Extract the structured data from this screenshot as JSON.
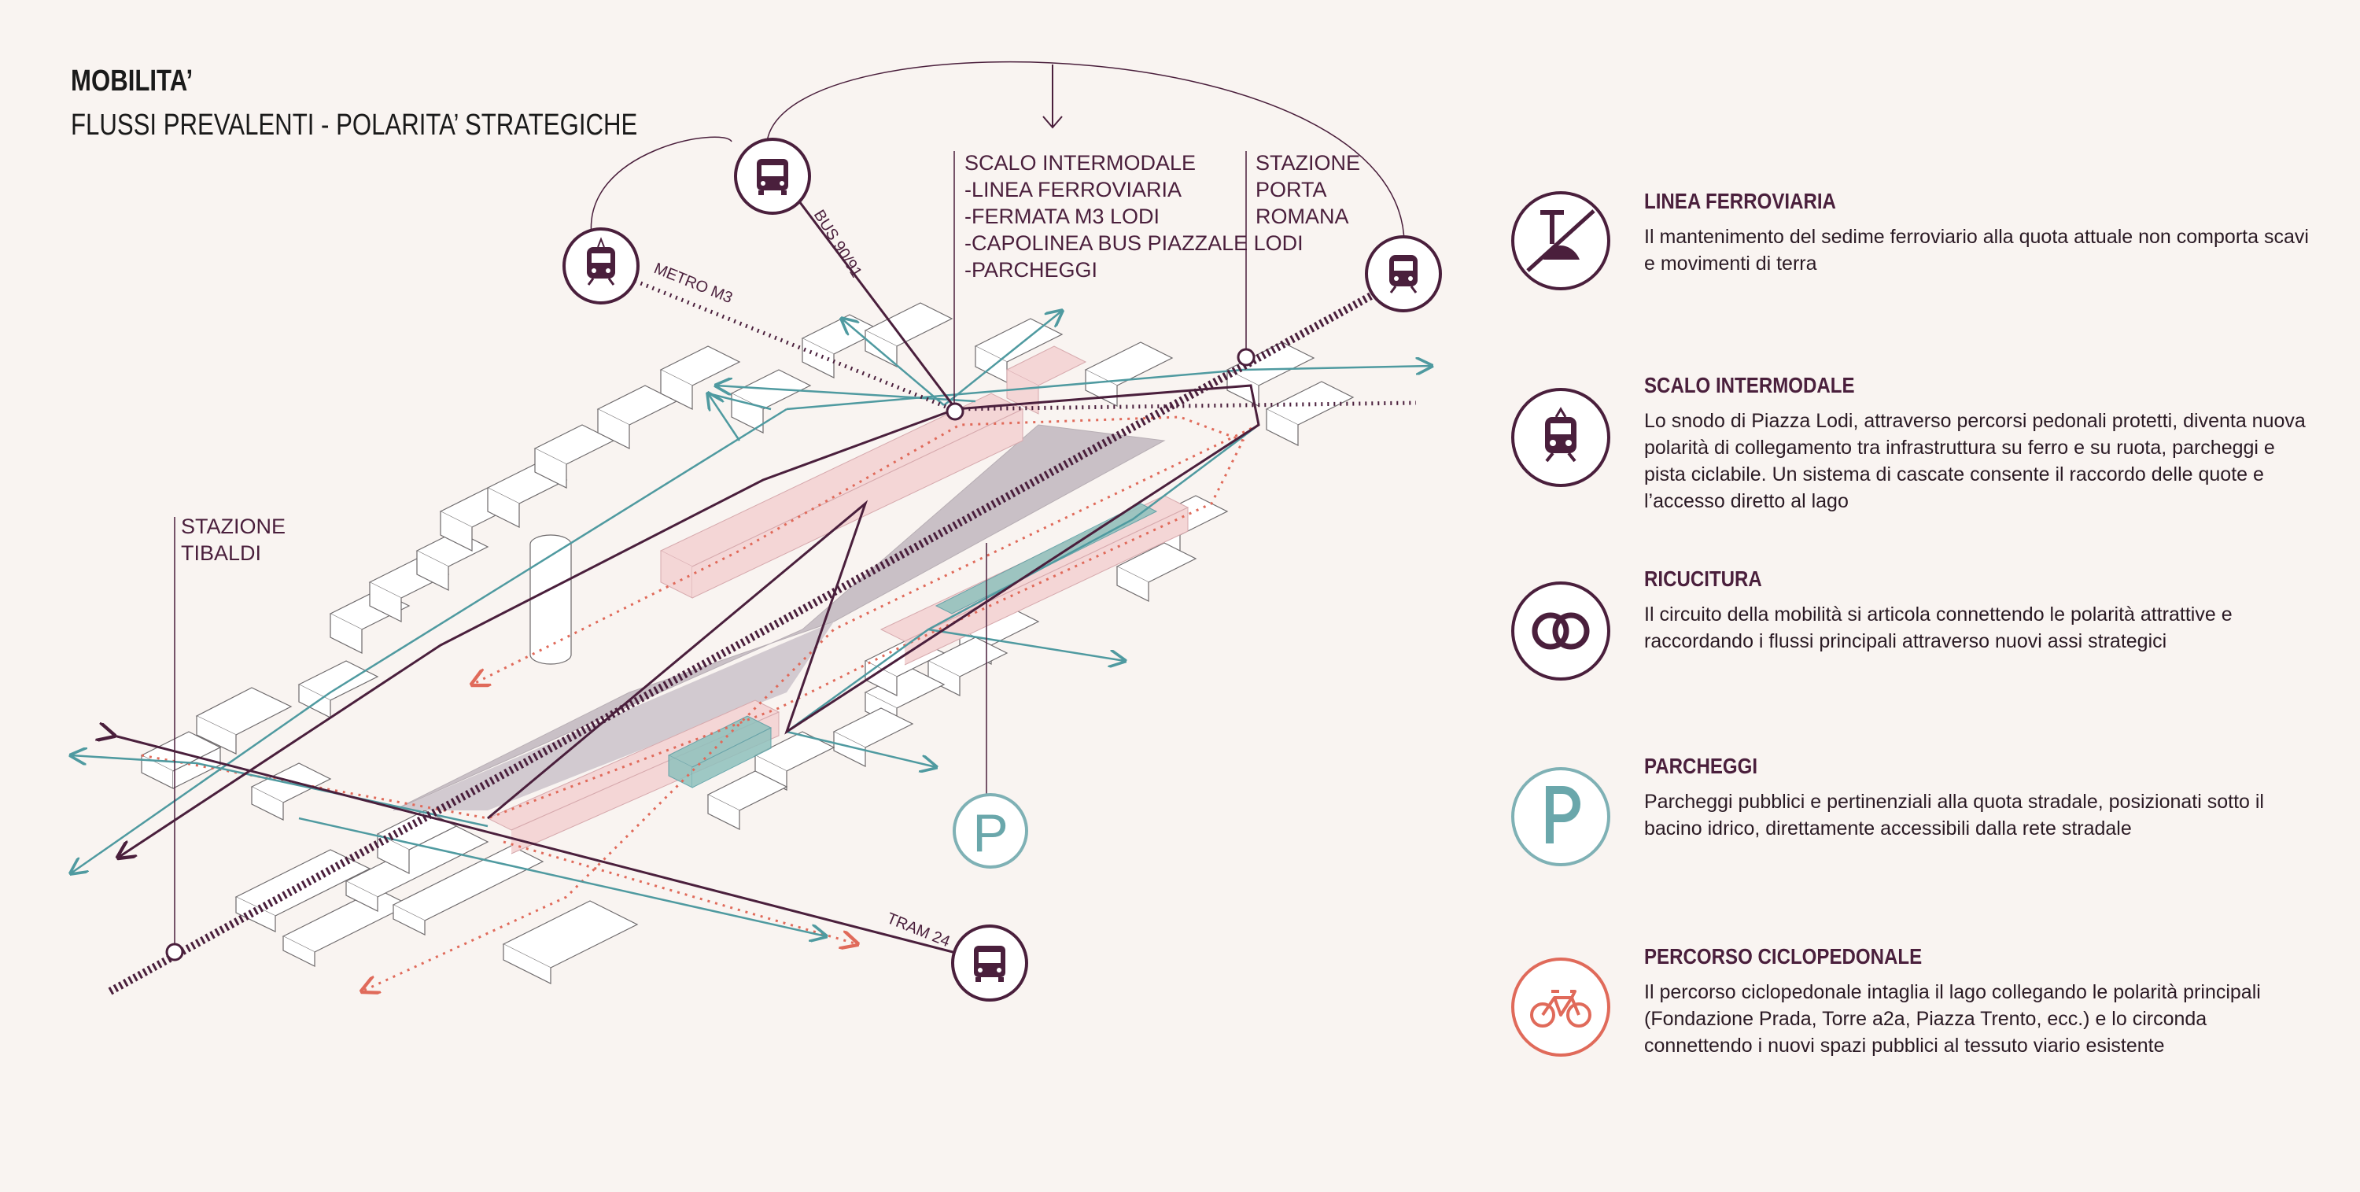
{
  "header": {
    "title": "MOBILITA’",
    "subtitle": "FLUSSI PREVALENTI - POLARITA’ STRATEGICHE"
  },
  "map_labels": {
    "scalo": [
      "SCALO INTERMODALE",
      "-LINEA FERROVIARIA",
      "-FERMATA M3 LODI",
      "-CAPOLINEA BUS PIAZZALE LODI",
      "-PARCHEGGI"
    ],
    "porta_romana": [
      "STAZIONE",
      "PORTA",
      "ROMANA"
    ],
    "tibaldi": [
      "STAZIONE",
      "TIBALDI"
    ],
    "bus_line": "BUS 90/91",
    "metro_line": "METRO M3",
    "tram_line": "TRAM 24",
    "parking_letter": "P"
  },
  "legend": [
    {
      "title": "LINEA FERROVIARIA",
      "icon": "railway-no-excavation-icon",
      "text": "Il mantenimento del sedime ferroviario alla quota attuale non comporta scavi e movimenti di terra"
    },
    {
      "title": "SCALO INTERMODALE",
      "icon": "train-icon",
      "text": "Lo snodo di Piazza Lodi, attraverso percorsi pedonali protetti, diventa nuova polarità di collegamento tra infrastruttura su ferro e su ruota, parcheggi e pista ciclabile. Un sistema di cascate consente il raccordo delle quote e l’accesso diretto al lago"
    },
    {
      "title": "RICUCITURA",
      "icon": "interlocking-rings-icon",
      "text": "Il circuito della mobilità si articola connettendo le polarità attrattive e raccordando i flussi principali attraverso nuovi assi strategici"
    },
    {
      "title": "PARCHEGGI",
      "icon": "parking-icon",
      "text": "Parcheggi pubblici e pertinenziali alla quota stradale, posizionati sotto il bacino idrico, direttamente accessibili dalla rete stradale"
    },
    {
      "title": "PERCORSO CICLOPEDONALE",
      "icon": "bicycle-icon",
      "text": "Il percorso ciclopedonale intaglia il lago collegando le polarità principali (Fondazione Prada, Torre a2a, Piazza Trento, ecc.) e lo circonda connettendo i nuovi spazi pubblici al tessuto viario esistente"
    }
  ],
  "colors": {
    "primary": "#4a1f3c",
    "teal": "#4f9aa0",
    "coral": "#e06a5a",
    "background": "#f9f4f1",
    "lake": "#c9c0c6",
    "building_pink": "#f4d6d6"
  }
}
